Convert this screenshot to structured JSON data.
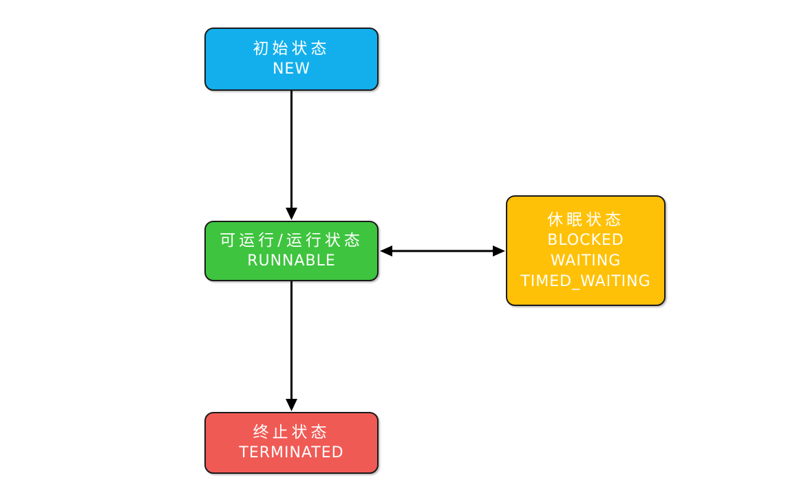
{
  "diagram": {
    "background_color": "#ffffff",
    "text_color": "#ffffff",
    "arrow_color": "#000000",
    "border_color": "#1a1a1a",
    "nodes": {
      "new": {
        "label_zh": "初始状态",
        "label_en": "NEW",
        "fill": "#12AFEC"
      },
      "runnable": {
        "label_zh": "可运行/运行状态",
        "label_en": "RUNNABLE",
        "fill": "#3EC43E"
      },
      "sleeping": {
        "label_zh": "休眠状态",
        "label_en_lines": [
          "BLOCKED",
          "WAITING",
          "TIMED_WAITING"
        ],
        "fill": "#FFC107"
      },
      "terminated": {
        "label_zh": "终止状态",
        "label_en": "TERMINATED",
        "fill": "#F05A55"
      }
    },
    "edges": [
      {
        "from": "new",
        "to": "runnable",
        "arrow": "one-way",
        "direction": "down"
      },
      {
        "from": "runnable",
        "to": "sleeping",
        "arrow": "two-way",
        "direction": "horizontal"
      },
      {
        "from": "runnable",
        "to": "terminated",
        "arrow": "one-way",
        "direction": "down"
      }
    ]
  }
}
